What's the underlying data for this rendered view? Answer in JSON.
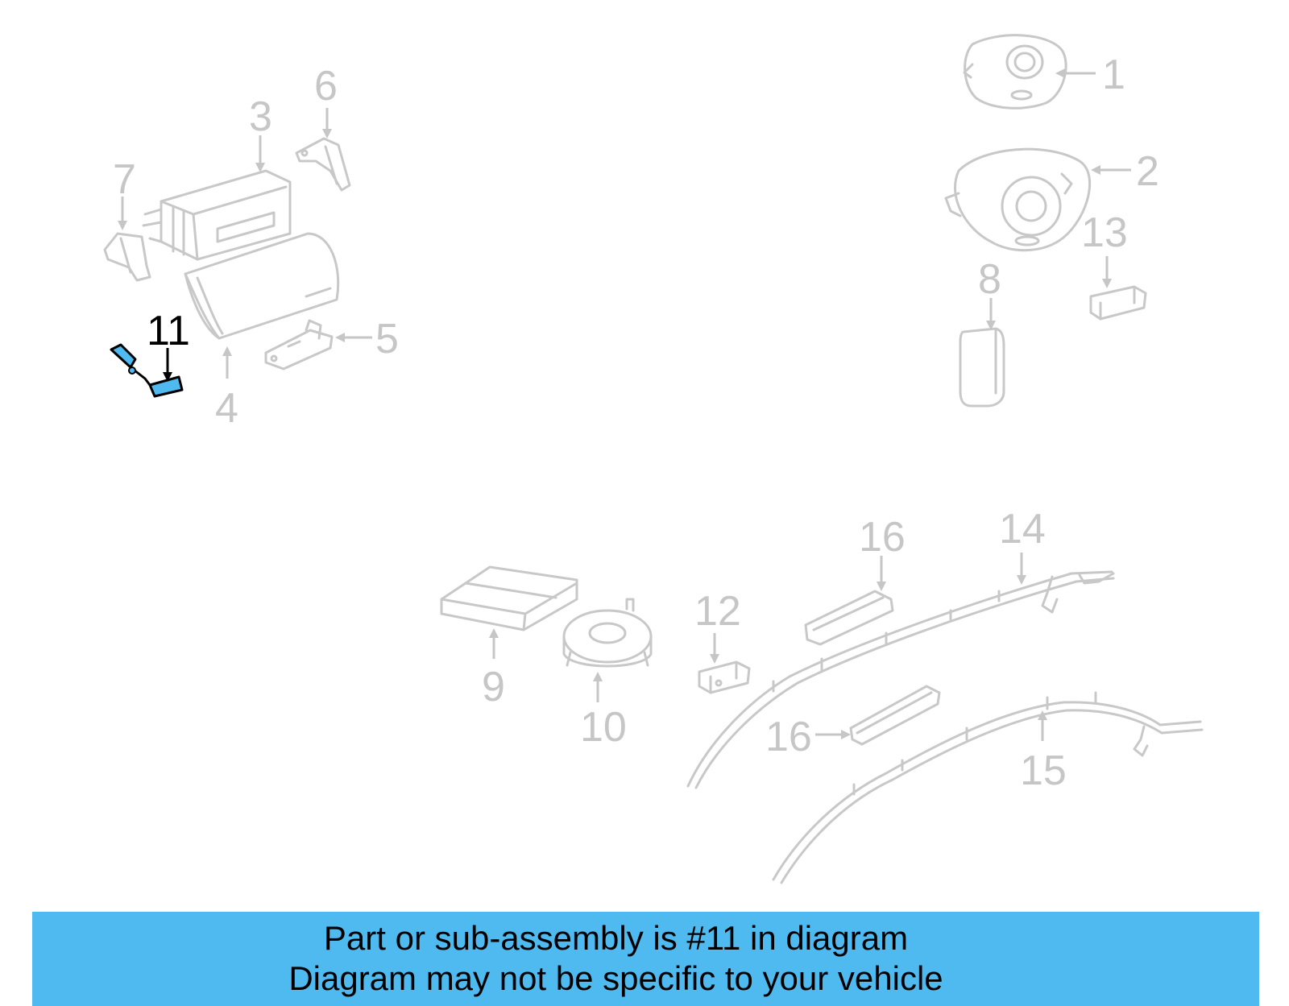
{
  "diagram": {
    "callouts": [
      "1",
      "2",
      "3",
      "4",
      "5",
      "6",
      "7",
      "8",
      "9",
      "10",
      "11",
      "12",
      "13",
      "14",
      "15",
      "16",
      "16"
    ],
    "highlighted_callout": "11",
    "highlight_color": "#4fbaf0",
    "part_color": "#c8c8c8"
  },
  "banner": {
    "line1": "Part or sub-assembly is #11 in diagram",
    "line2": "Diagram may not be specific to your vehicle",
    "background": "#4fbaf0"
  }
}
